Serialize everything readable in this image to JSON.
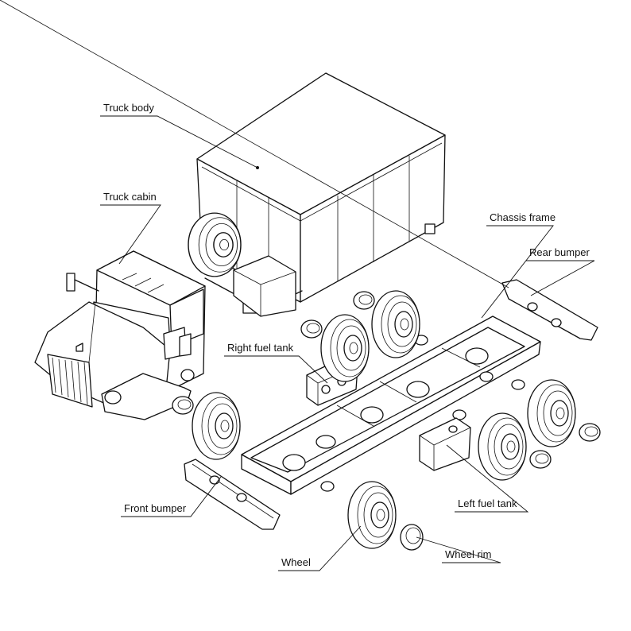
{
  "labels": {
    "truck_body": "Truck body",
    "truck_cabin": "Truck cabin",
    "chassis_frame": "Chassis frame",
    "rear_bumper": "Rear bumper",
    "right_fuel_tank": "Right fuel tank",
    "front_bumper": "Front bumper",
    "left_fuel_tank": "Left fuel tank",
    "wheel": "Wheel",
    "wheel_rim": "Wheel rim"
  }
}
